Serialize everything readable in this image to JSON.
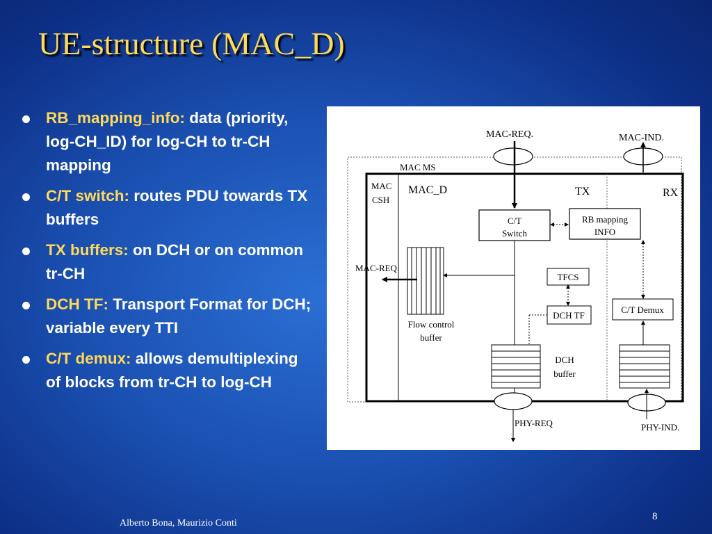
{
  "slide": {
    "title": "UE-structure (MAC_D)",
    "author": "Alberto Bona, Maurizio Conti",
    "page_number": "8"
  },
  "bullets": [
    {
      "term": "RB_mapping_info:",
      "text": " data (priority, log-CH_ID) for log-CH to tr-CH mapping"
    },
    {
      "term": "C/T switch:",
      "text": " routes PDU towards TX buffers"
    },
    {
      "term": "TX buffers:",
      "text": " on DCH or on common tr-CH"
    },
    {
      "term": "DCH TF:",
      "text": " Transport Format for DCH; variable every TTI"
    },
    {
      "term": "C/T demux:",
      "text": " allows demultiplexing of blocks from  tr-CH to log-CH"
    }
  ],
  "diagram": {
    "mac_req_top": "MAC-REQ.",
    "mac_ind_top": "MAC-IND.",
    "mac_ms": "MAC MS",
    "mac_csh_line1": "MAC",
    "mac_csh_line2": "CSH",
    "mac_d": "MAC_D",
    "tx": "TX",
    "rx": "RX",
    "ct_switch_line1": "C/T",
    "ct_switch_line2": "Switch",
    "rb_mapping_line1": "RB mapping",
    "rb_mapping_line2": "INFO",
    "mac_req_left": "MAC-REQ.",
    "tfcs": "TFCS",
    "ct_demux": "C/T Demux",
    "dch_tf": "DCH TF",
    "flow_line1": "Flow control",
    "flow_line2": "buffer",
    "dch_line1": "DCH",
    "dch_line2": "buffer",
    "phy_req": "PHY-REQ",
    "phy_ind": "PHY-IND."
  }
}
